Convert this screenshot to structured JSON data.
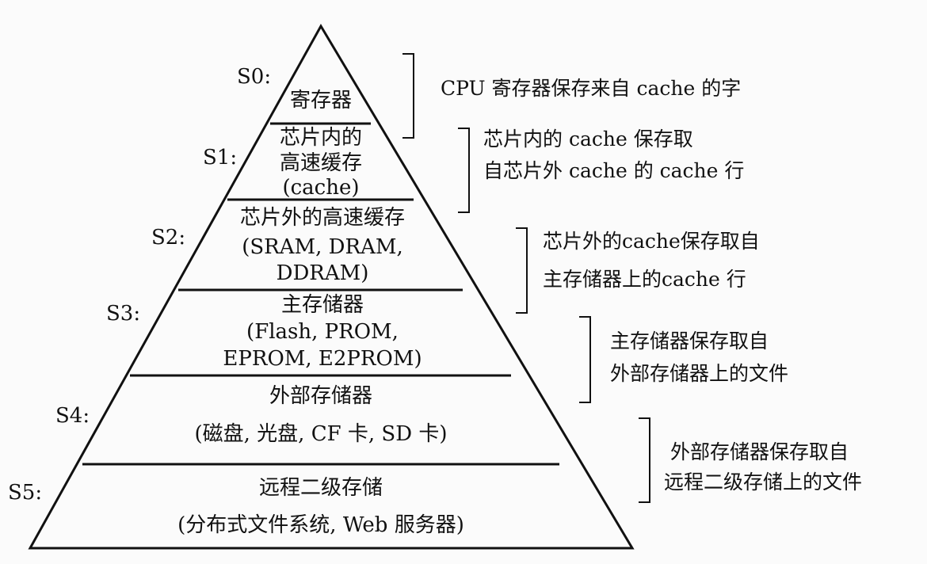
{
  "diagram": {
    "levels": [
      {
        "id": "S0",
        "label": "S0:",
        "lines": [
          "寄存器"
        ],
        "desc": [
          "CPU 寄存器保存来自 cache 的字"
        ]
      },
      {
        "id": "S1",
        "label": "S1:",
        "lines": [
          "芯片内的",
          "高速缓存",
          "(cache)"
        ],
        "desc": [
          "芯片内的 cache 保存取",
          "自芯片外 cache 的 cache 行"
        ]
      },
      {
        "id": "S2",
        "label": "S2:",
        "lines": [
          "芯片外的高速缓存",
          "(SRAM, DRAM,",
          "DDRAM)"
        ],
        "desc": [
          "芯片外的cache保存取自",
          "主存储器上的cache 行"
        ]
      },
      {
        "id": "S3",
        "label": "S3:",
        "lines": [
          "主存储器",
          "(Flash, PROM,",
          "EPROM, E2PROM)"
        ],
        "desc": [
          "主存储器保存取自",
          "外部存储器上的文件"
        ]
      },
      {
        "id": "S4",
        "label": "S4:",
        "lines": [
          "外部存储器",
          "(磁盘, 光盘, CF 卡, SD 卡)"
        ],
        "desc": []
      },
      {
        "id": "S5",
        "label": "S5:",
        "lines": [
          "远程二级存储",
          "(分布式文件系统, Web 服务器)"
        ],
        "desc": [
          "外部存储器保存取自",
          "远程二级存储上的文件"
        ]
      }
    ]
  }
}
